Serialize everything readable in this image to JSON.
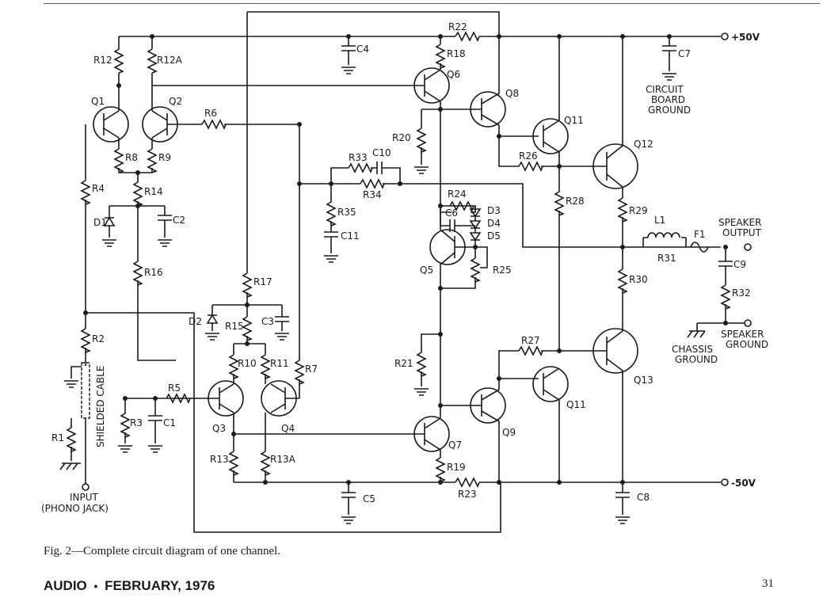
{
  "labels": {
    "supply_pos": "+50V",
    "supply_neg": "-50V",
    "circuit_board_ground": [
      "CIRCUIT",
      "BOARD",
      "GROUND"
    ],
    "speaker_output": [
      "SPEAKER",
      "OUTPUT"
    ],
    "speaker_ground": [
      "SPEAKER",
      "GROUND"
    ],
    "chassis_ground": [
      "CHASSIS",
      "GROUND"
    ],
    "input": [
      "INPUT",
      "(PHONO JACK)"
    ],
    "shielded_cable": "SHIELDED CABLE"
  },
  "components": {
    "R12": "R12",
    "R12A": "R12A",
    "R22": "R22",
    "R18": "R18",
    "R6": "R6",
    "R8": "R8",
    "R9": "R9",
    "R4": "R4",
    "R14": "R14",
    "R16": "R16",
    "R17": "R17",
    "R15": "R15",
    "R2": "R2",
    "R1": "R1",
    "R3": "R3",
    "R5": "R5",
    "R10": "R10",
    "R11": "R11",
    "R7": "R7",
    "R13": "R13",
    "R13A": "R13A",
    "R19": "R19",
    "R23": "R23",
    "R20": "R20",
    "R33": "R33",
    "R34": "R34",
    "R35": "R35",
    "R24": "R24",
    "R25": "R25",
    "R21": "R21",
    "R26": "R26",
    "R27": "R27",
    "R28": "R28",
    "R29": "R29",
    "R30": "R30",
    "R31": "R31",
    "R32": "R32",
    "C1": "C1",
    "C2": "C2",
    "C3": "C3",
    "C4": "C4",
    "C5": "C5",
    "C6": "C6",
    "C7": "C7",
    "C8": "C8",
    "C9": "C9",
    "C10": "C10",
    "C11": "C11",
    "D1": "D1",
    "D2": "D2",
    "D3": "D3",
    "D4": "D4",
    "D5": "D5",
    "Q1": "Q1",
    "Q2": "Q2",
    "Q3": "Q3",
    "Q4": "Q4",
    "Q5": "Q5",
    "Q6": "Q6",
    "Q7": "Q7",
    "Q8": "Q8",
    "Q9": "Q9",
    "Q11a": "Q11",
    "Q11b": "Q11",
    "Q12": "Q12",
    "Q13": "Q13",
    "L1": "L1",
    "F1": "F1"
  },
  "caption": "Fig. 2—Complete circuit diagram of one channel.",
  "footer": {
    "publication": "AUDIO",
    "separator": "•",
    "issue": "FEBRUARY, 1976",
    "page_number": "31"
  }
}
